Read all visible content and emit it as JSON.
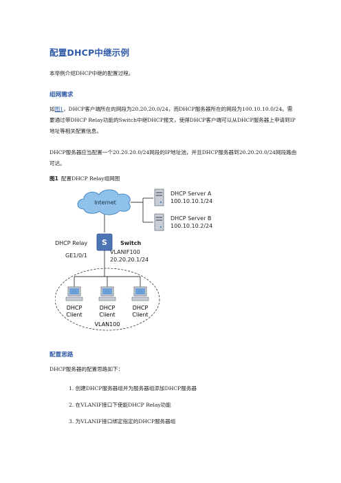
{
  "doc": {
    "title": "配置DHCP中继示例",
    "intro": "本举例介绍DHCP中继的配置过程。",
    "section1_heading": "组网需求",
    "req_prefix": "如",
    "req_link": "图1",
    "req_text": "，DHCP客户端所在的网段为20.20.20.0/24，而DHCP服务器所在的网段为100.10.10.0/24。需要通过带DHCP Relay功能的Switch中继DHCP报文，使得DHCP客户端可以从DHCP服务器上申请到IP地址等相关配置信息。",
    "req_text2": "DHCP服务器应当配置一个20.20.20.0/24网段的IP地址池，并且DHCP服务器到20.20.20.0/24网段路由可达。",
    "figure_label": "图1",
    "figure_caption": "配置DHCP Relay组网图",
    "section2_heading": "配置思路",
    "plan_intro": "DHCP服务器的配置思路如下：",
    "steps": [
      "1. 创建DHCP服务器组并为服务器组添加DHCP服务器",
      "2. 在VLANIF接口下使能DHCP Relay功能",
      "3. 为VLANIF接口绑定指定的DHCP服务器组"
    ]
  },
  "diagram": {
    "internet_label": "Internet",
    "server_a_name": "DHCP Server A",
    "server_a_ip": "100.10.10.1/24",
    "server_b_name": "DHCP Server B",
    "server_b_ip": "100.10.10.2/24",
    "relay_label": "DHCP Relay",
    "switch_label": "Switch",
    "switch_glyph": "S",
    "port_label": "GE1/0/1",
    "vlanif_label": "VLANIF100",
    "vlanif_ip": "20.20.20.1/24",
    "client_line1": "DHCP",
    "client_line2": "Client",
    "vlan_label": "VLAN100",
    "colors": {
      "cloud": "#8fc1ea",
      "cloud_stroke": "#4a86c0",
      "switch": "#4d74b5",
      "device": "#c9ced6"
    }
  }
}
